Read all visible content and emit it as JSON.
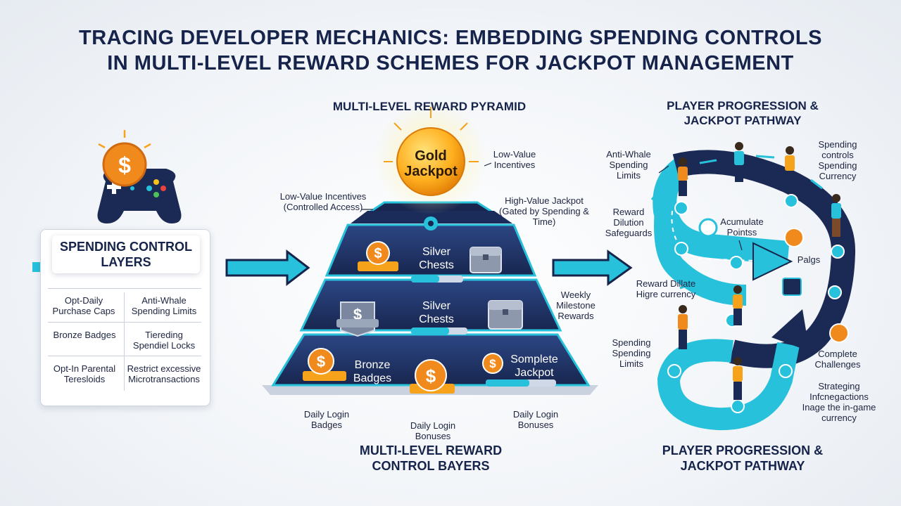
{
  "title": {
    "line1": "TRACING DEVELOPER MECHANICS: EMBEDDING SPENDING CONTROLS",
    "line2": "IN MULTI-LEVEL REWARD SCHEMES FOR JACKPOT MANAGEMENT"
  },
  "left_panel": {
    "heading": "SPENDING CONTROL LAYERS",
    "cells": [
      [
        "Opt-Daily Purchase Caps",
        "Anti-Whale Spending Limits"
      ],
      [
        "Bronze Badges",
        "Tiereding Spendiel Locks"
      ],
      [
        "Opt-In Parental Teresloids",
        "Restrict excessive Microtransactions"
      ]
    ]
  },
  "pyramid": {
    "heading": "MULTI-LEVEL REWARD PYRAMID",
    "footer": "MULTI-LEVEL REWARD CONTROL BAYERS",
    "gold_label": "Gold Jackpot",
    "tiers": {
      "silver_top": "Silver Chests",
      "silver_mid": "Silver Chests",
      "bronze": "Bronze Badges",
      "somplete": "Somplete Jackpot"
    },
    "labels": {
      "low_value_right": "Low-Value Incentives",
      "low_value_left": "Low-Value Incentives (Controlled Access)",
      "high_value": "High-Value Jackpot (Gated by Spending & Time)",
      "weekly": "Weekly Milestone Rewards",
      "daily_left": "Daily Login Badges",
      "daily_mid": "Daily Login Bonuses",
      "daily_right": "Daily Login Bonuses"
    }
  },
  "pathway": {
    "heading_top": "PLAYER PROGRESSION & JACKPOT PATHWAY",
    "heading_bottom": "PLAYER PROGRESSION & JACKPOT PATHWAY",
    "labels": {
      "anti_whale": "Anti-Whale Spending Limits",
      "spending_controls": "Spending controls Spending Currency",
      "reward_dilution": "Reward Dilution Safeguards",
      "accumulate": "Acumulate Pointss",
      "palgs": "Palgs",
      "reward_dillate": "Reward Dillate Higre currency",
      "spending_limits": "Spending Spending Limits",
      "complete": "Complete Challenges",
      "strategies": "Strateging Infcnegactions Inage the in-game currency"
    }
  },
  "colors": {
    "navy": "#16234a",
    "pyramid_dark": "#1b2a55",
    "pyramid_mid": "#24386e",
    "cyan": "#27c1dc",
    "gold": "#f6a21a",
    "orange": "#f08a1c"
  }
}
